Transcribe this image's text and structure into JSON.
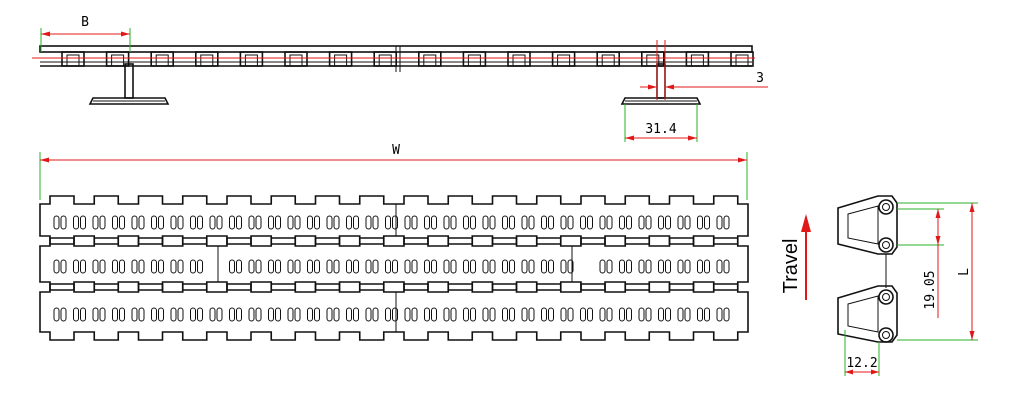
{
  "dimensions": {
    "top_pitch_label": "B",
    "top_thickness_label": "3",
    "top_guide_label": "31.4",
    "width_label": "W",
    "side_pitch_label": "19.05",
    "side_length_label": "L",
    "side_height_label": "12.2"
  },
  "travel": {
    "label": "Travel",
    "arrow_color": "#e01818"
  },
  "colors": {
    "dimension_line": "#e01818",
    "extension_line": "#27b327",
    "outline": "#111111"
  }
}
